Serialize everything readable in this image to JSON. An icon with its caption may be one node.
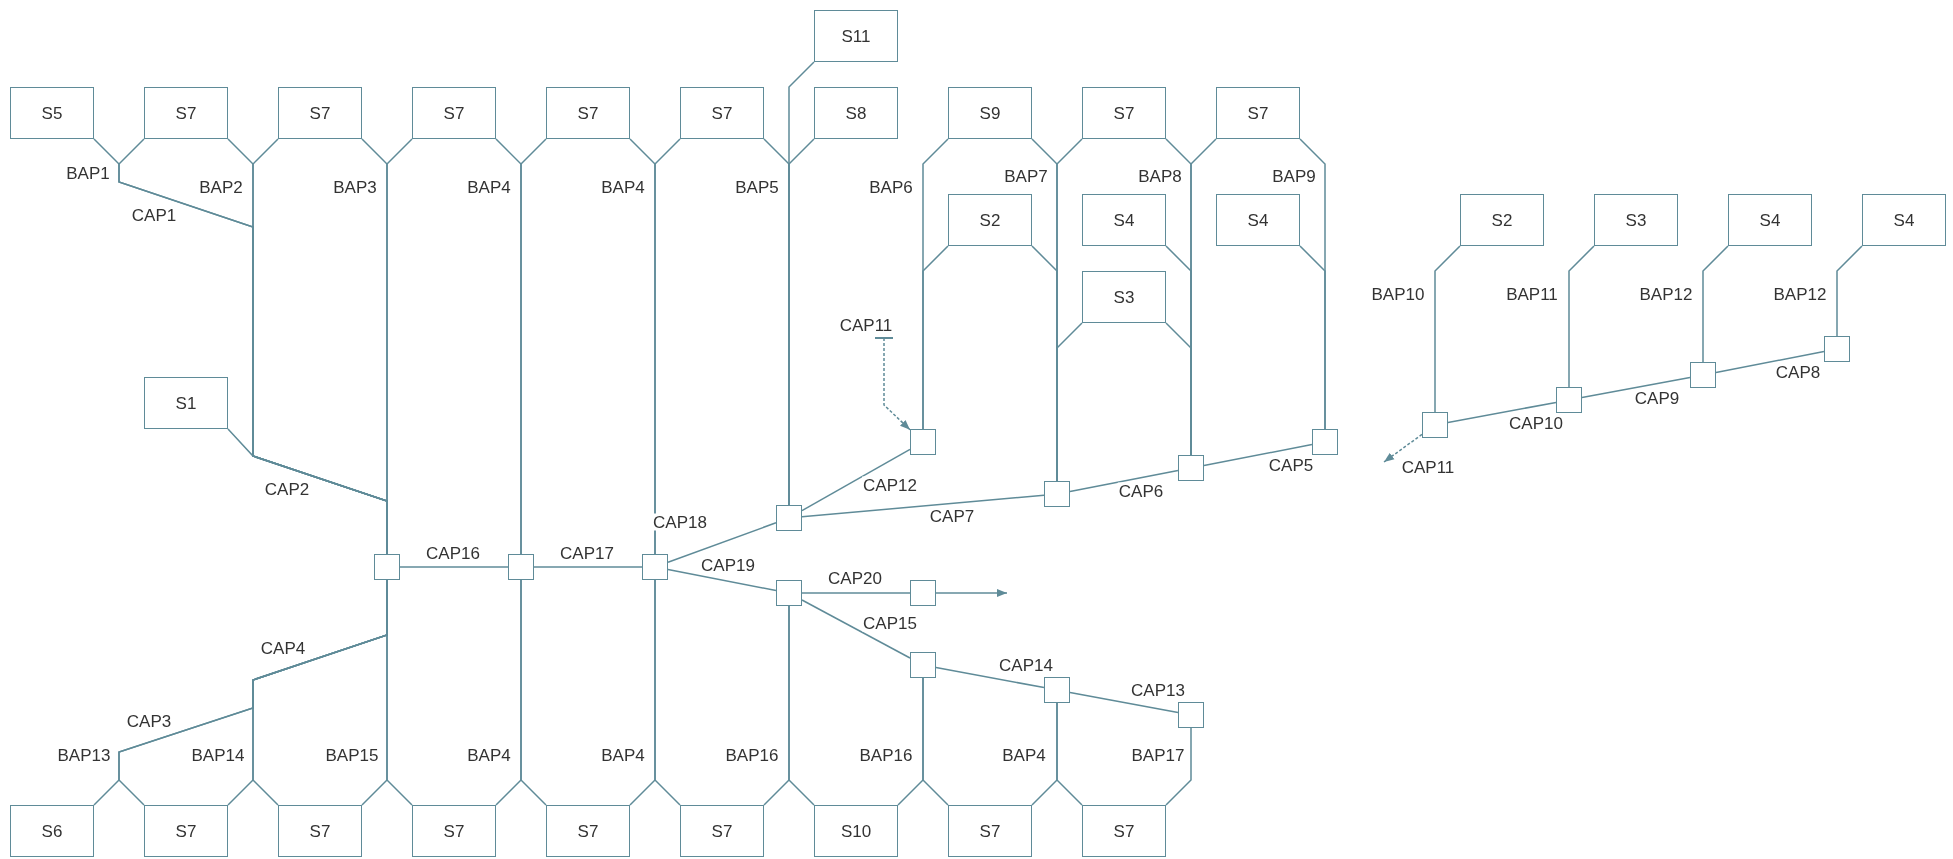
{
  "diagram": {
    "nodes": [
      {
        "text": [
          "S11"
        ]
      },
      {
        "text": [
          "S5"
        ]
      },
      {
        "text": [
          "S7"
        ]
      },
      {
        "text": [
          "S7"
        ]
      },
      {
        "text": [
          "S7"
        ]
      },
      {
        "text": [
          "S7"
        ]
      },
      {
        "text": [
          "S7"
        ]
      },
      {
        "text": [
          "S8"
        ]
      },
      {
        "text": [
          "S9"
        ]
      },
      {
        "text": [
          "S7"
        ]
      },
      {
        "text": [
          "S7"
        ]
      },
      {
        "text": [
          "S2"
        ]
      },
      {
        "text": [
          "S4"
        ]
      },
      {
        "text": [
          "S4"
        ]
      },
      {
        "text": [
          "S2"
        ]
      },
      {
        "text": [
          "S3"
        ]
      },
      {
        "text": [
          "S4"
        ]
      },
      {
        "text": [
          "S4"
        ]
      },
      {
        "text": [
          "S3"
        ]
      },
      {
        "text": [
          "S1"
        ]
      },
      {
        "text": [],
        "shape": "box"
      },
      {
        "text": [],
        "shape": "box"
      },
      {
        "text": [],
        "shape": "box"
      },
      {
        "text": [],
        "shape": "box"
      },
      {
        "text": [],
        "shape": "box"
      },
      {
        "text": [],
        "shape": "box"
      },
      {
        "text": [],
        "shape": "box"
      },
      {
        "text": [],
        "shape": "box"
      },
      {
        "text": [],
        "shape": "box"
      },
      {
        "text": [],
        "shape": "box"
      },
      {
        "text": [],
        "shape": "box"
      },
      {
        "text": [],
        "shape": "box"
      },
      {
        "text": [],
        "shape": "box"
      },
      {
        "text": [],
        "shape": "box"
      },
      {
        "text": [],
        "shape": "box"
      },
      {
        "text": [],
        "shape": "box"
      },
      {
        "text": [],
        "shape": "box"
      },
      {
        "text": [
          "S6"
        ]
      },
      {
        "text": [
          "S7"
        ]
      },
      {
        "text": [
          "S7"
        ]
      },
      {
        "text": [
          "S7"
        ]
      },
      {
        "text": [
          "S7"
        ]
      },
      {
        "text": [
          "S7"
        ]
      },
      {
        "text": [
          "S10"
        ]
      },
      {
        "text": [
          "S7"
        ]
      },
      {
        "text": [
          "S7"
        ]
      }
    ],
    "edges": [
      {
        "from": 1,
        "to": 29,
        "arrow": "none"
      },
      {
        "from": 2,
        "to": 29,
        "arrow": "none"
      },
      {
        "from": 2,
        "to": 29,
        "arrow": "none"
      },
      {
        "from": 3,
        "to": 29,
        "arrow": "none"
      },
      {
        "from": 3,
        "to": 29,
        "arrow": "none"
      },
      {
        "from": 4,
        "to": 29,
        "arrow": "none"
      },
      {
        "from": 4,
        "to": 30,
        "arrow": "none"
      },
      {
        "from": 5,
        "to": 30,
        "arrow": "none"
      },
      {
        "from": 5,
        "to": 31,
        "arrow": "none"
      },
      {
        "from": 6,
        "to": 31,
        "arrow": "none"
      },
      {
        "from": 6,
        "to": 28,
        "arrow": "none"
      },
      {
        "from": 0,
        "to": 28,
        "arrow": "none"
      },
      {
        "from": 7,
        "to": 28,
        "arrow": "none"
      },
      {
        "from": 8,
        "to": 24,
        "arrow": "none"
      },
      {
        "from": 8,
        "to": 27,
        "arrow": "none"
      },
      {
        "from": 9,
        "to": 27,
        "arrow": "none"
      },
      {
        "from": 9,
        "to": 26,
        "arrow": "none"
      },
      {
        "from": 10,
        "to": 26,
        "arrow": "none"
      },
      {
        "from": 10,
        "to": 25,
        "arrow": "none"
      },
      {
        "from": 11,
        "to": 24,
        "arrow": "none"
      },
      {
        "from": 11,
        "to": 27,
        "arrow": "none"
      },
      {
        "from": 12,
        "to": 26,
        "arrow": "none"
      },
      {
        "from": 13,
        "to": 25,
        "arrow": "none"
      },
      {
        "from": 18,
        "to": 27,
        "arrow": "none"
      },
      {
        "from": 18,
        "to": 26,
        "arrow": "none"
      },
      {
        "from": 19,
        "to": 29,
        "arrow": "none"
      },
      {
        "from": 14,
        "to": 23,
        "arrow": "none",
        "label": "BAP10"
      },
      {
        "from": 15,
        "to": 22,
        "arrow": "none",
        "label": "BAP11"
      },
      {
        "from": 16,
        "to": 21,
        "arrow": "none",
        "label": "BAP12"
      },
      {
        "from": 17,
        "to": 20,
        "arrow": "none",
        "label": "BAP12"
      },
      {
        "from": 20,
        "to": 21,
        "arrow": "none",
        "label": "CAP8"
      },
      {
        "from": 21,
        "to": 22,
        "arrow": "none",
        "label": "CAP9"
      },
      {
        "from": 22,
        "to": 23,
        "arrow": "none",
        "label": "CAP10"
      },
      {
        "from": 23,
        "to": null,
        "arrow": "to",
        "label": "CAP11",
        "style": "dashed"
      },
      {
        "from": null,
        "to": 24,
        "arrow": "to",
        "label": "CAP11",
        "style": "dashed"
      },
      {
        "from": 29,
        "to": 30,
        "arrow": "none",
        "label": "CAP16"
      },
      {
        "from": 30,
        "to": 31,
        "arrow": "none",
        "label": "CAP17"
      },
      {
        "from": 28,
        "to": 31,
        "arrow": "none",
        "label": "CAP18"
      },
      {
        "from": 24,
        "to": 28,
        "arrow": "none",
        "label": "CAP12"
      },
      {
        "from": 27,
        "to": 28,
        "arrow": "none",
        "label": "CAP7"
      },
      {
        "from": 26,
        "to": 27,
        "arrow": "none",
        "label": "CAP6"
      },
      {
        "from": 25,
        "to": 26,
        "arrow": "none",
        "label": "CAP5"
      },
      {
        "from": 31,
        "to": 32,
        "arrow": "none",
        "label": "CAP19"
      },
      {
        "from": 32,
        "to": 33,
        "arrow": "none",
        "label": "CAP20"
      },
      {
        "from": 33,
        "to": null,
        "arrow": "to"
      },
      {
        "from": 34,
        "to": 32,
        "arrow": "none",
        "label": "CAP15"
      },
      {
        "from": 35,
        "to": 34,
        "arrow": "none",
        "label": "CAP14"
      },
      {
        "from": 36,
        "to": 35,
        "arrow": "none",
        "label": "CAP13"
      },
      {
        "from": 37,
        "to": 29,
        "arrow": "none"
      },
      {
        "from": 38,
        "to": 29,
        "arrow": "none"
      },
      {
        "from": 38,
        "to": 29,
        "arrow": "none"
      },
      {
        "from": 39,
        "to": 29,
        "arrow": "none"
      },
      {
        "from": 39,
        "to": 29,
        "arrow": "none"
      },
      {
        "from": 40,
        "to": 29,
        "arrow": "none"
      },
      {
        "from": 40,
        "to": 30,
        "arrow": "none"
      },
      {
        "from": 41,
        "to": 30,
        "arrow": "none"
      },
      {
        "from": 41,
        "to": 31,
        "arrow": "none"
      },
      {
        "from": 42,
        "to": 31,
        "arrow": "none"
      },
      {
        "from": 42,
        "to": 32,
        "arrow": "none"
      },
      {
        "from": 43,
        "to": 32,
        "arrow": "none"
      },
      {
        "from": 43,
        "to": 34,
        "arrow": "none"
      },
      {
        "from": 44,
        "to": 34,
        "arrow": "none"
      },
      {
        "from": 44,
        "to": 35,
        "arrow": "none"
      },
      {
        "from": 45,
        "to": 35,
        "arrow": "none"
      },
      {
        "from": 45,
        "to": 36,
        "arrow": "none",
        "label": "BAP17"
      }
    ],
    "labels": [
      "BAP1",
      "BAP2",
      "BAP3",
      "BAP4",
      "BAP4",
      "BAP5",
      "BAP6",
      "BAP7",
      "BAP8",
      "BAP9",
      "CAP1",
      "CAP2",
      "CAP4",
      "CAP3",
      "BAP13",
      "BAP14",
      "BAP15",
      "BAP4",
      "BAP4",
      "BAP16",
      "BAP16",
      "BAP4"
    ]
  }
}
